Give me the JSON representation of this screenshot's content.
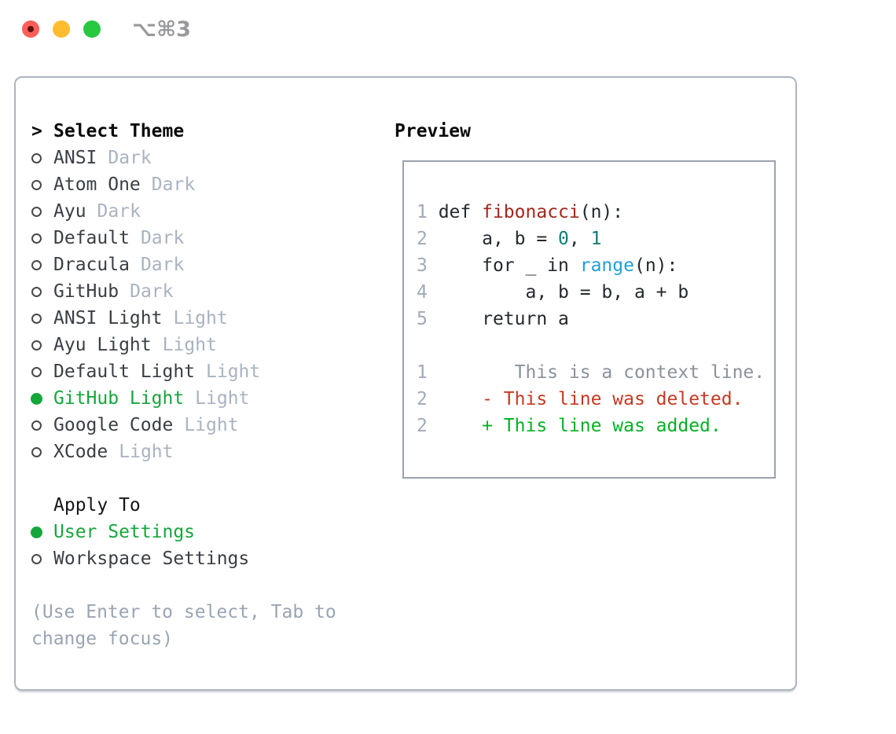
{
  "window": {
    "shortcut": "⌥⌘3",
    "traffic_lights": [
      {
        "name": "close",
        "color": "#ff5f57"
      },
      {
        "name": "minimize",
        "color": "#febc2e"
      },
      {
        "name": "zoom",
        "color": "#28c840"
      }
    ]
  },
  "colors": {
    "accent_green": "#16a63c",
    "added_green": "#04b223",
    "deleted_red": "#c53a22",
    "func_red": "#a3261e",
    "number_teal": "#0e7d74",
    "builtin_blue": "#1fa0d8",
    "line_number_gray": "#a0aab9",
    "context_gray": "#8b929b",
    "plain_code": "#24292e",
    "variant_gray": "#a9b3c1",
    "theme_name": "#3a3f45",
    "hint_gray": "#9aa4b2",
    "panel_border": "#adb5bf",
    "preview_border": "#9aa3ad",
    "traffic_red": "#ff5f57",
    "traffic_yellow": "#febc2e",
    "traffic_green": "#28c840",
    "shortcut_gray": "#98999c",
    "header_black": "#0a0a0a"
  },
  "theme_picker": {
    "header_prefix": ">",
    "header": "Select Theme",
    "items": [
      {
        "name": "ANSI",
        "variant": "Dark",
        "selected": false
      },
      {
        "name": "Atom One",
        "variant": "Dark",
        "selected": false
      },
      {
        "name": "Ayu",
        "variant": "Dark",
        "selected": false
      },
      {
        "name": "Default",
        "variant": "Dark",
        "selected": false
      },
      {
        "name": "Dracula",
        "variant": "Dark",
        "selected": false
      },
      {
        "name": "GitHub",
        "variant": "Dark",
        "selected": false
      },
      {
        "name": "ANSI Light",
        "variant": "Light",
        "selected": false
      },
      {
        "name": "Ayu Light",
        "variant": "Light",
        "selected": false
      },
      {
        "name": "Default Light",
        "variant": "Light",
        "selected": false
      },
      {
        "name": "GitHub Light",
        "variant": "Light",
        "selected": true
      },
      {
        "name": "Google Code",
        "variant": "Light",
        "selected": false
      },
      {
        "name": "XCode",
        "variant": "Light",
        "selected": false
      }
    ],
    "apply_to": {
      "header": "Apply To",
      "options": [
        {
          "name": "User Settings",
          "selected": true
        },
        {
          "name": "Workspace Settings",
          "selected": false
        }
      ]
    },
    "hint": "(Use Enter to select, Tab to change focus)"
  },
  "preview": {
    "header": "Preview",
    "lines": [
      {
        "type": "code",
        "num": "1",
        "tokens": [
          {
            "text": " def ",
            "cls": "plain"
          },
          {
            "text": "fibonacci",
            "cls": "func"
          },
          {
            "text": "(n):",
            "cls": "plain"
          }
        ]
      },
      {
        "type": "code",
        "num": "2",
        "tokens": [
          {
            "text": "     a, b = ",
            "cls": "plain"
          },
          {
            "text": "0",
            "cls": "num"
          },
          {
            "text": ", ",
            "cls": "plain"
          },
          {
            "text": "1",
            "cls": "num"
          }
        ]
      },
      {
        "type": "code",
        "num": "3",
        "tokens": [
          {
            "text": "     for _ in ",
            "cls": "plain"
          },
          {
            "text": "range",
            "cls": "builtin"
          },
          {
            "text": "(n):",
            "cls": "plain"
          }
        ]
      },
      {
        "type": "code",
        "num": "4",
        "tokens": [
          {
            "text": "         a, b = b, a + b",
            "cls": "plain"
          }
        ]
      },
      {
        "type": "code",
        "num": "5",
        "tokens": [
          {
            "text": "     return a",
            "cls": "plain"
          }
        ]
      },
      {
        "type": "blank"
      },
      {
        "type": "diff",
        "num": "1",
        "tokens": [
          {
            "text": "        This is a context line.",
            "cls": "context"
          }
        ]
      },
      {
        "type": "diff",
        "num": "2",
        "tokens": [
          {
            "text": "     - This line was deleted.",
            "cls": "deleted"
          }
        ]
      },
      {
        "type": "diff",
        "num": "2",
        "tokens": [
          {
            "text": "     + This line was added.",
            "cls": "added"
          }
        ]
      }
    ]
  }
}
